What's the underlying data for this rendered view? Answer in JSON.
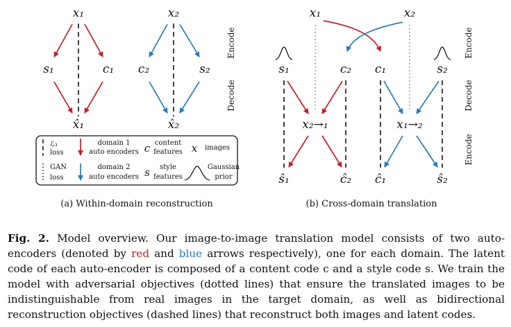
{
  "colors": {
    "red": "#c0202a",
    "blue": "#2a7ab8"
  },
  "diagram_a": {
    "x1": "x₁",
    "x2": "x₂",
    "s1": "s₁",
    "c1": "c₁",
    "c2": "c₂",
    "s2": "s₂",
    "x1_hat": "x̂₁",
    "x2_hat": "x̂₂",
    "encode": "Encode",
    "decode": "Decode",
    "subcaption": "(a) Within-domain reconstruction"
  },
  "legend": {
    "l1_symbol": "ℒ₁",
    "l1_text": "loss",
    "gan_title": "GAN",
    "gan_text": "loss",
    "domain1_line1": "domain 1",
    "domain1_line2": "auto encoders",
    "domain2_line1": "domain 2",
    "domain2_line2": "auto encoders",
    "content_symbol": "c",
    "content_line1": "content",
    "content_line2": "features",
    "style_symbol": "s",
    "style_line1": "style",
    "style_line2": "features",
    "images_symbol": "x",
    "images_text": "images",
    "gaussian_line1": "Gaussian",
    "gaussian_line2": "prior"
  },
  "diagram_b": {
    "x1": "x₁",
    "x2": "x₂",
    "s1": "s₁",
    "c2": "c₂",
    "c1": "c₁",
    "s2": "s₂",
    "x21": "x₂→₁",
    "x12": "x₁→₂",
    "s1_hat": "ŝ₁",
    "c2_hat": "ĉ₂",
    "c1_hat": "ĉ₁",
    "s2_hat": "ŝ₂",
    "encode_top": "Encode",
    "decode": "Decode",
    "encode_bottom": "Encode",
    "subcaption": "(b) Cross-domain translation"
  },
  "caption": {
    "label": "Fig. 2.",
    "t1": " Model overview. Our image-to-image translation model consists of two auto-encoders (denoted by ",
    "red_word": "red",
    "t2": " and ",
    "blue_word": "blue",
    "t3": " arrows respectively), one for each domain. The latent code of each auto-encoder is composed of a content code c and a style code s. We train the model with adversarial objectives (dotted lines) that ensure the translated images to be indistinguishable from real images in the target domain, as well as bidirectional reconstruction objectives (dashed lines) that reconstruct both images and latent codes."
  }
}
